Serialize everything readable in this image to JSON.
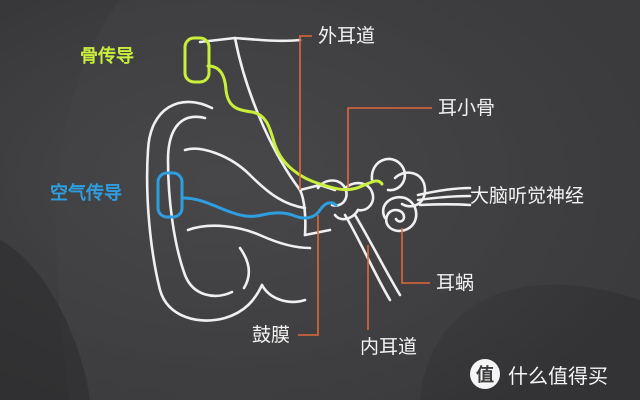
{
  "labels": {
    "bone_conduction": "骨传导",
    "air_conduction": "空气传导",
    "outer_ear_canal": "外耳道",
    "ossicles": "耳小骨",
    "auditory_nerve": "大脑听觉神经",
    "cochlea": "耳蜗",
    "eardrum": "鼓膜",
    "inner_ear_canal": "内耳道"
  },
  "watermark": {
    "icon": "zhi-badge-icon",
    "glyph": "值",
    "text": "什么值得买"
  },
  "colors": {
    "background": "#3b3b3d",
    "ear_outline": "#f0f0f0",
    "bone_path": "#c9ef3c",
    "air_path": "#2f9ee0",
    "leader_lines": "#e0683a",
    "label_text": "#f2f2f2"
  }
}
